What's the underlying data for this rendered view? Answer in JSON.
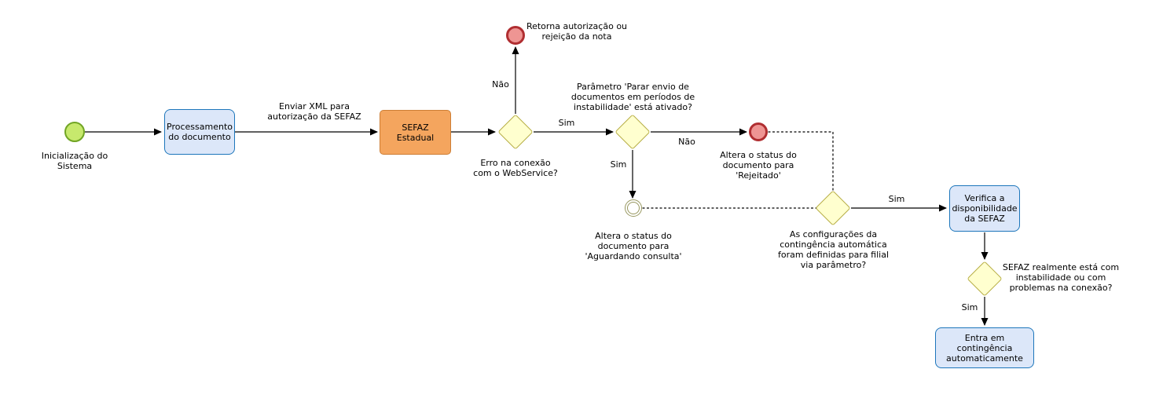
{
  "colors": {
    "start_fill": "#c7e96d",
    "start_stroke": "#71a525",
    "end_fill": "#ee9593",
    "end_stroke": "#b02e31",
    "task_fill": "#dce7f9",
    "task_stroke": "#1d76bb",
    "sefaz_fill": "#f4a55e",
    "sefaz_stroke": "#cd7e35",
    "gateway_fill": "#ffffcf",
    "gateway_stroke": "#b7ae45",
    "intermediate_stroke": "#97975f",
    "line": "#000000"
  },
  "nodes": {
    "start": {
      "label": "Inicialização do Sistema"
    },
    "task_processamento": {
      "label": "Processamento do documento"
    },
    "task_sefaz": {
      "label": "SEFAZ Estadual"
    },
    "gateway_erro": {
      "question": "Erro na conexão com o WebService?"
    },
    "end_retorna": {
      "label": "Retorna autorização ou rejeição da nota"
    },
    "gateway_parametro": {
      "question": "Parâmetro 'Parar envio de documentos em períodos de instabilidade' está ativado?"
    },
    "end_rejeitado": {
      "label": "Altera o status do documento para 'Rejeitado'"
    },
    "intermediate_aguardando": {
      "label": "Altera o status do documento para 'Aguardando consulta'"
    },
    "gateway_contingencia": {
      "question": "As configurações da contingência automática foram definidas para filial via parâmetro?"
    },
    "task_verifica": {
      "label": "Verifica a disponibilidade da SEFAZ"
    },
    "gateway_sefaz_instavel": {
      "question": "SEFAZ realmente está com instabilidade ou com problemas na conexão?"
    },
    "task_entra_contingencia": {
      "label": "Entra em contingência automaticamente"
    }
  },
  "edges": {
    "enviar_xml": {
      "label": "Enviar XML para autorização da SEFAZ"
    },
    "gw1_nao": {
      "label": "Não"
    },
    "gw1_sim": {
      "label": "Sim"
    },
    "gw2_nao": {
      "label": "Não"
    },
    "gw2_sim": {
      "label": "Sim"
    },
    "gw3_sim": {
      "label": "Sim"
    },
    "gw4_sim": {
      "label": "Sim"
    }
  }
}
